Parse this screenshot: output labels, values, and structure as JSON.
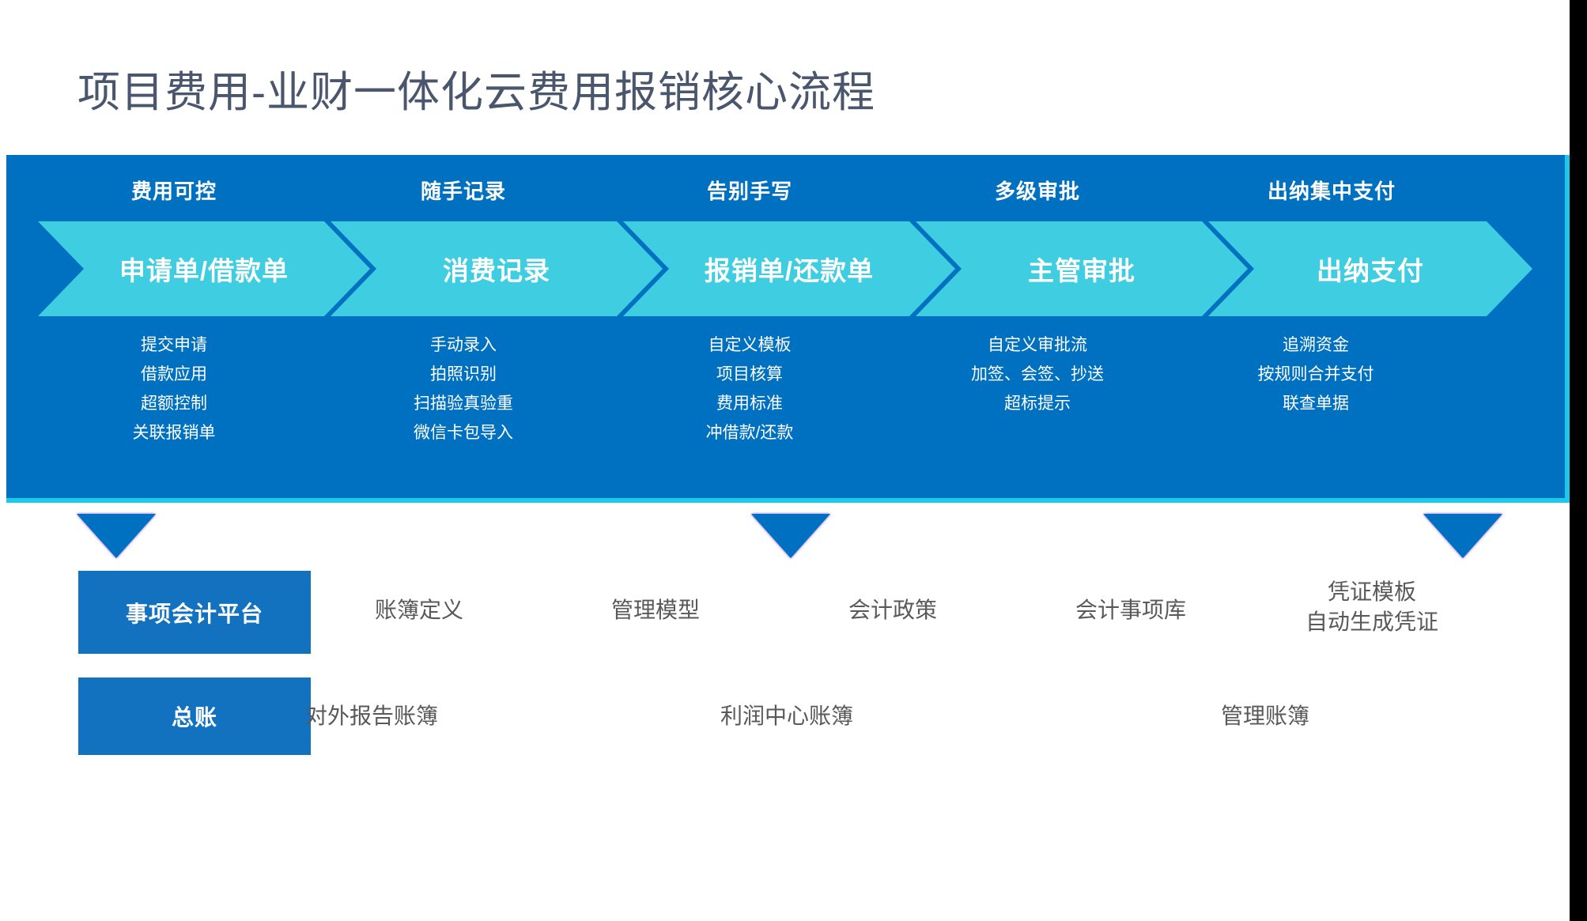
{
  "title": "项目费用-业财一体化云费用报销核心流程",
  "colors": {
    "title_text": "#49566d",
    "banner_bg": "#0070c0",
    "banner_edge": "#1ec8e8",
    "chevron_fill": "#3fcde2",
    "chevron_text": "#ffffff",
    "triangle_fill": "#0070c0",
    "triangle_outline": "#7b3fe4",
    "box_fill": "#1272c0",
    "bottom_text": "#595959",
    "page_bg": "#ffffff",
    "right_strip": "#000000"
  },
  "process": {
    "stages": [
      {
        "header": "费用可控",
        "label": "申请单/借款单",
        "bullets": [
          "提交申请",
          "借款应用",
          "超额控制",
          "关联报销单"
        ]
      },
      {
        "header": "随手记录",
        "label": "消费记录",
        "bullets": [
          "手动录入",
          "拍照识别",
          "扫描验真验重",
          "微信卡包导入"
        ]
      },
      {
        "header": "告别手写",
        "label": "报销单/还款单",
        "bullets": [
          "自定义模板",
          "项目核算",
          "费用标准",
          "冲借款/还款"
        ]
      },
      {
        "header": "多级审批",
        "label": "主管审批",
        "bullets": [
          "自定义审批流",
          "加签、会签、抄送",
          "超标提示"
        ]
      },
      {
        "header": "出纳集中支付",
        "label": "出纳支付",
        "bullets": [
          "追溯资金",
          "按规则合并支付",
          "联查单据"
        ]
      }
    ]
  },
  "connectors": {
    "arrows": [
      {
        "name": "arrow-down-left",
        "icon": "triangle-down-icon"
      },
      {
        "name": "arrow-down-center",
        "icon": "triangle-down-icon"
      },
      {
        "name": "arrow-down-right",
        "icon": "triangle-down-icon"
      }
    ]
  },
  "platform_row": {
    "box_label": "事项会计平台",
    "items": [
      {
        "lines": [
          "账簿定义"
        ]
      },
      {
        "lines": [
          "管理模型"
        ]
      },
      {
        "lines": [
          "会计政策"
        ]
      },
      {
        "lines": [
          "会计事项库"
        ]
      },
      {
        "lines": [
          "凭证模板",
          "自动生成凭证"
        ]
      }
    ]
  },
  "ledger_row": {
    "box_label": "总账",
    "items": [
      {
        "lines": [
          "对外报告账簿"
        ]
      },
      {
        "lines": [
          "利润中心账簿"
        ]
      },
      {
        "lines": [
          "管理账簿"
        ]
      }
    ]
  }
}
